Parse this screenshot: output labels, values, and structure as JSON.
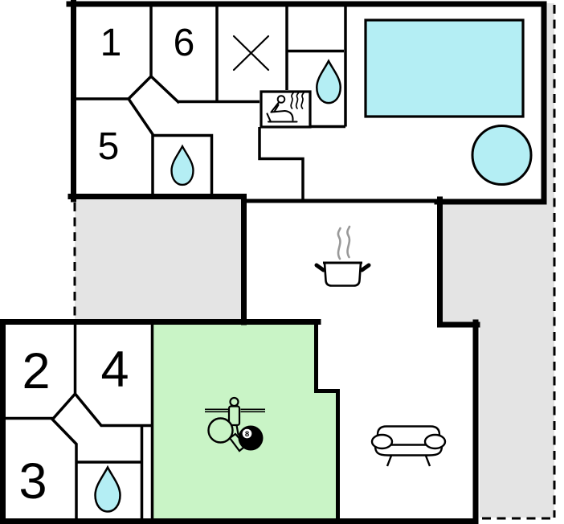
{
  "plan": {
    "room_numbers": {
      "r1": "1",
      "r2": "2",
      "r3": "3",
      "r4": "4",
      "r5": "5",
      "r6": "6"
    },
    "eight_ball_label": "8",
    "colors": {
      "wall": "#000000",
      "water": "#b4eef4",
      "game_room": "#c9f4c6",
      "terrace": "#e4e4e4",
      "steam": "#999999",
      "background": "#ffffff"
    },
    "icons": [
      "stairs-cross-icon",
      "sauna-icon",
      "water-drop-icon",
      "water-drop-icon",
      "water-drop-icon",
      "pool-icon",
      "hot-tub-icon",
      "cooking-pot-icon",
      "foosball-icon",
      "table-tennis-paddle-icon",
      "eight-ball-icon",
      "sofa-icon"
    ]
  }
}
